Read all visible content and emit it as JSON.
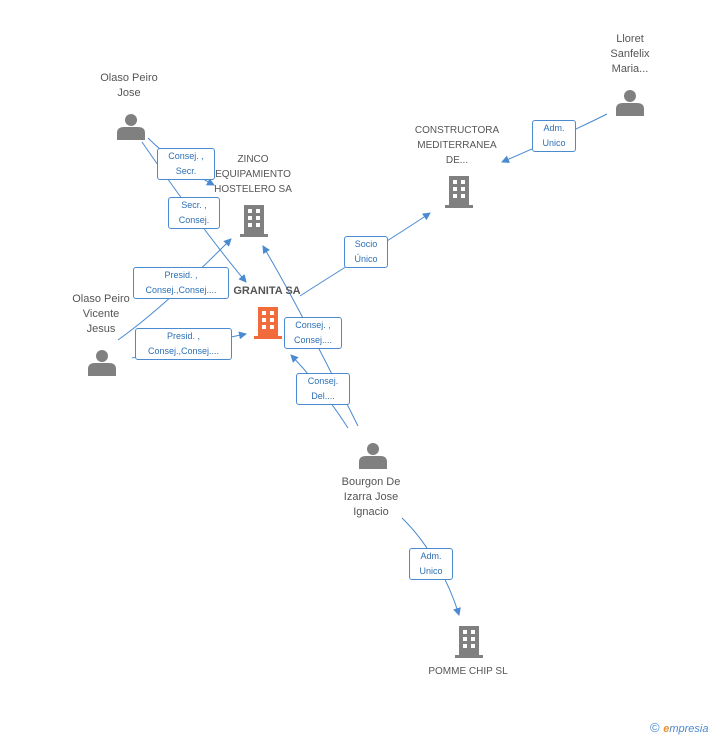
{
  "colors": {
    "edge": "#4a8ad1",
    "icon": "#808080",
    "main_icon": "#f26b3a",
    "label": "#555555"
  },
  "nodes": {
    "olaso_jose": {
      "lines": [
        "Olaso Peiro",
        "Jose"
      ],
      "icon": "person-icon"
    },
    "lloret": {
      "lines": [
        "Lloret",
        "Sanfelix",
        "Maria..."
      ],
      "icon": "person-icon"
    },
    "constructora": {
      "lines": [
        "CONSTRUCTORA",
        "MEDITERRANEA",
        "DE..."
      ],
      "icon": "building-icon"
    },
    "zinco": {
      "lines": [
        "ZINCO",
        "EQUIPAMIENTO",
        "HOSTELERO SA"
      ],
      "icon": "building-icon"
    },
    "granita": {
      "lines": [
        "GRANITA SA"
      ],
      "icon": "building-icon"
    },
    "olaso_vicente": {
      "lines": [
        "Olaso Peiro",
        "Vicente",
        "Jesus"
      ],
      "icon": "person-icon"
    },
    "bourgon": {
      "lines": [
        "Bourgon De",
        "Izarra Jose",
        "Ignacio"
      ],
      "icon": "person-icon"
    },
    "pomme": {
      "lines": [
        "POMME CHIP  SL"
      ],
      "icon": "building-icon"
    }
  },
  "edges": {
    "e1": {
      "lines": [
        "Consej. ,",
        "Secr."
      ]
    },
    "e2": {
      "lines": [
        "Secr. ,",
        "Consej."
      ]
    },
    "e3": {
      "lines": [
        "Adm.",
        "Unico"
      ]
    },
    "e4": {
      "lines": [
        "Socio",
        "Único"
      ]
    },
    "e5": {
      "lines": [
        "Presid. ,",
        "Consej.,Consej...."
      ]
    },
    "e6": {
      "lines": [
        "Presid. ,",
        "Consej.,Consej...."
      ]
    },
    "e7": {
      "lines": [
        "Consej. ,",
        "Consej...."
      ]
    },
    "e8": {
      "lines": [
        "Consej.",
        "Del...."
      ]
    },
    "e9": {
      "lines": [
        "Adm.",
        "Unico"
      ]
    }
  },
  "footer": {
    "copyright": "©",
    "brand_initial": "e",
    "brand_rest": "mpresia"
  }
}
